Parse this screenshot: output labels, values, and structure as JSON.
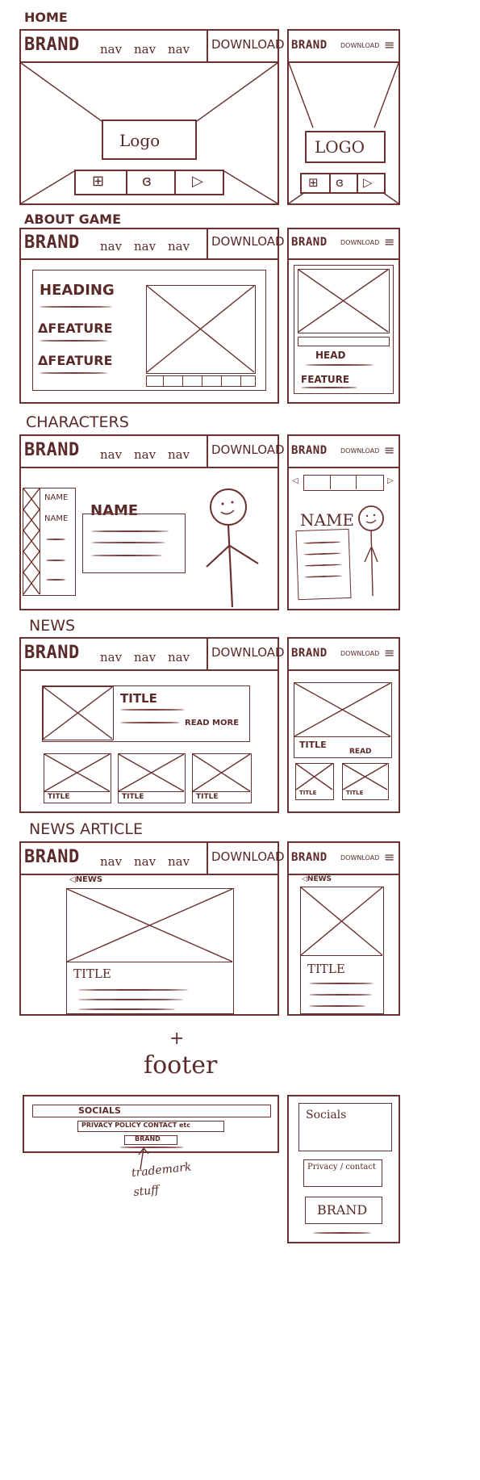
{
  "sections": {
    "home": "HOME",
    "about": "ABOUT GAME",
    "characters": "CHARACTERS",
    "news": "NEWS",
    "article": "NEWS ARTICLE"
  },
  "header": {
    "brand": "BRAND",
    "nav": [
      "nav",
      "nav",
      "nav"
    ],
    "download": "DOWNLOAD",
    "download_mobile": "DOWNLOAD",
    "menu_icon": "hamburger-icon"
  },
  "home": {
    "logo": "Logo",
    "logo_mobile": "LOGO",
    "store_icons": [
      "windows-icon",
      "apple-icon",
      "play-icon"
    ]
  },
  "about": {
    "heading": "HEADING",
    "feature1": "ΔFEATURE",
    "feature2": "ΔFEATURE",
    "head_mobile": "HEAD",
    "feature_mobile": "FEATURE"
  },
  "characters": {
    "list": [
      "NAME",
      "NAME"
    ],
    "name": "NAME",
    "name_mobile": "NAME"
  },
  "news": {
    "title": "TITLE",
    "readmore": "READ MORE",
    "cards": [
      "TITLE",
      "TITLE",
      "TITLE"
    ],
    "title_mobile": "TITLE",
    "read_mobile": "READ",
    "cards_mobile": [
      "TITLE",
      "TITLE"
    ]
  },
  "article": {
    "back": "◁NEWS",
    "title": "TITLE"
  },
  "plus": "+",
  "footer_label": "footer",
  "footer": {
    "socials": "SOCIALS",
    "privacy": "PRIVACY POLICY  CONTACT etc",
    "brand": "BRAND",
    "trademark": "trademark stuff",
    "socials_mobile": "Socials",
    "privacy_mobile": "Privacy / contact",
    "brand_mobile": "BRAND"
  }
}
